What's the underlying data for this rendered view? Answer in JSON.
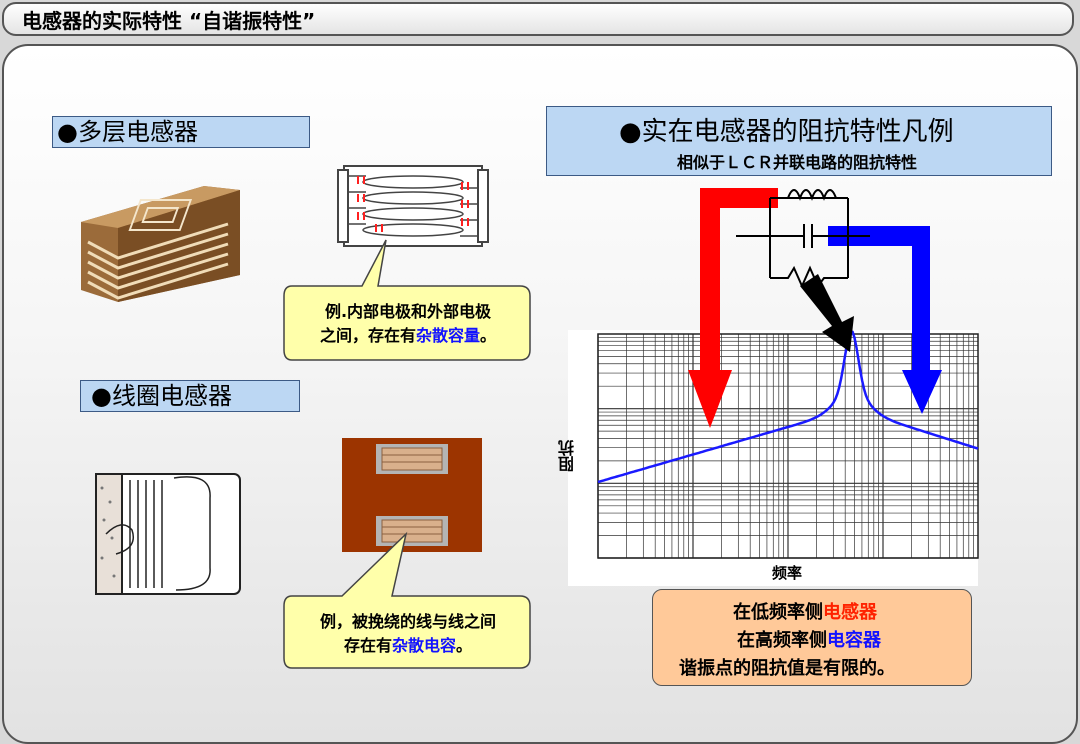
{
  "title": "电感器的实际特性 “自谐振特性”",
  "multilayer": {
    "label": "●多层电感器",
    "callout_line1": "例.内部电极和外部电极",
    "callout_line2_pre": "之间，存在有",
    "callout_line2_hl": "杂散容量",
    "callout_line2_post": "。"
  },
  "coil": {
    "label": "●线圈电感器",
    "callout_line1": "例，被挽绕的线与线之间",
    "callout_line2_pre": "存在有",
    "callout_line2_hl": "杂散电容",
    "callout_line2_post": "。"
  },
  "impedance": {
    "title": "●实在电感器的阻抗特性凡例",
    "subtitle": "相似于ＬＣＲ并联电路的阻抗特性",
    "ylabel": "阻抗",
    "xlabel": "频率"
  },
  "note": {
    "line1_pre": "在低频率侧",
    "line1_hl": "电感器",
    "line2_pre": "在高频率侧",
    "line2_hl": "电容器",
    "line3": "谐振点的阻抗值是有限的。"
  },
  "colors": {
    "label_bg": "#bcd7f3",
    "callout_bg": "#ffffaa",
    "note_bg": "#ffc999",
    "arrow_red": "#ff0000",
    "arrow_blue": "#0000ff",
    "curve": "#1a1aff"
  }
}
